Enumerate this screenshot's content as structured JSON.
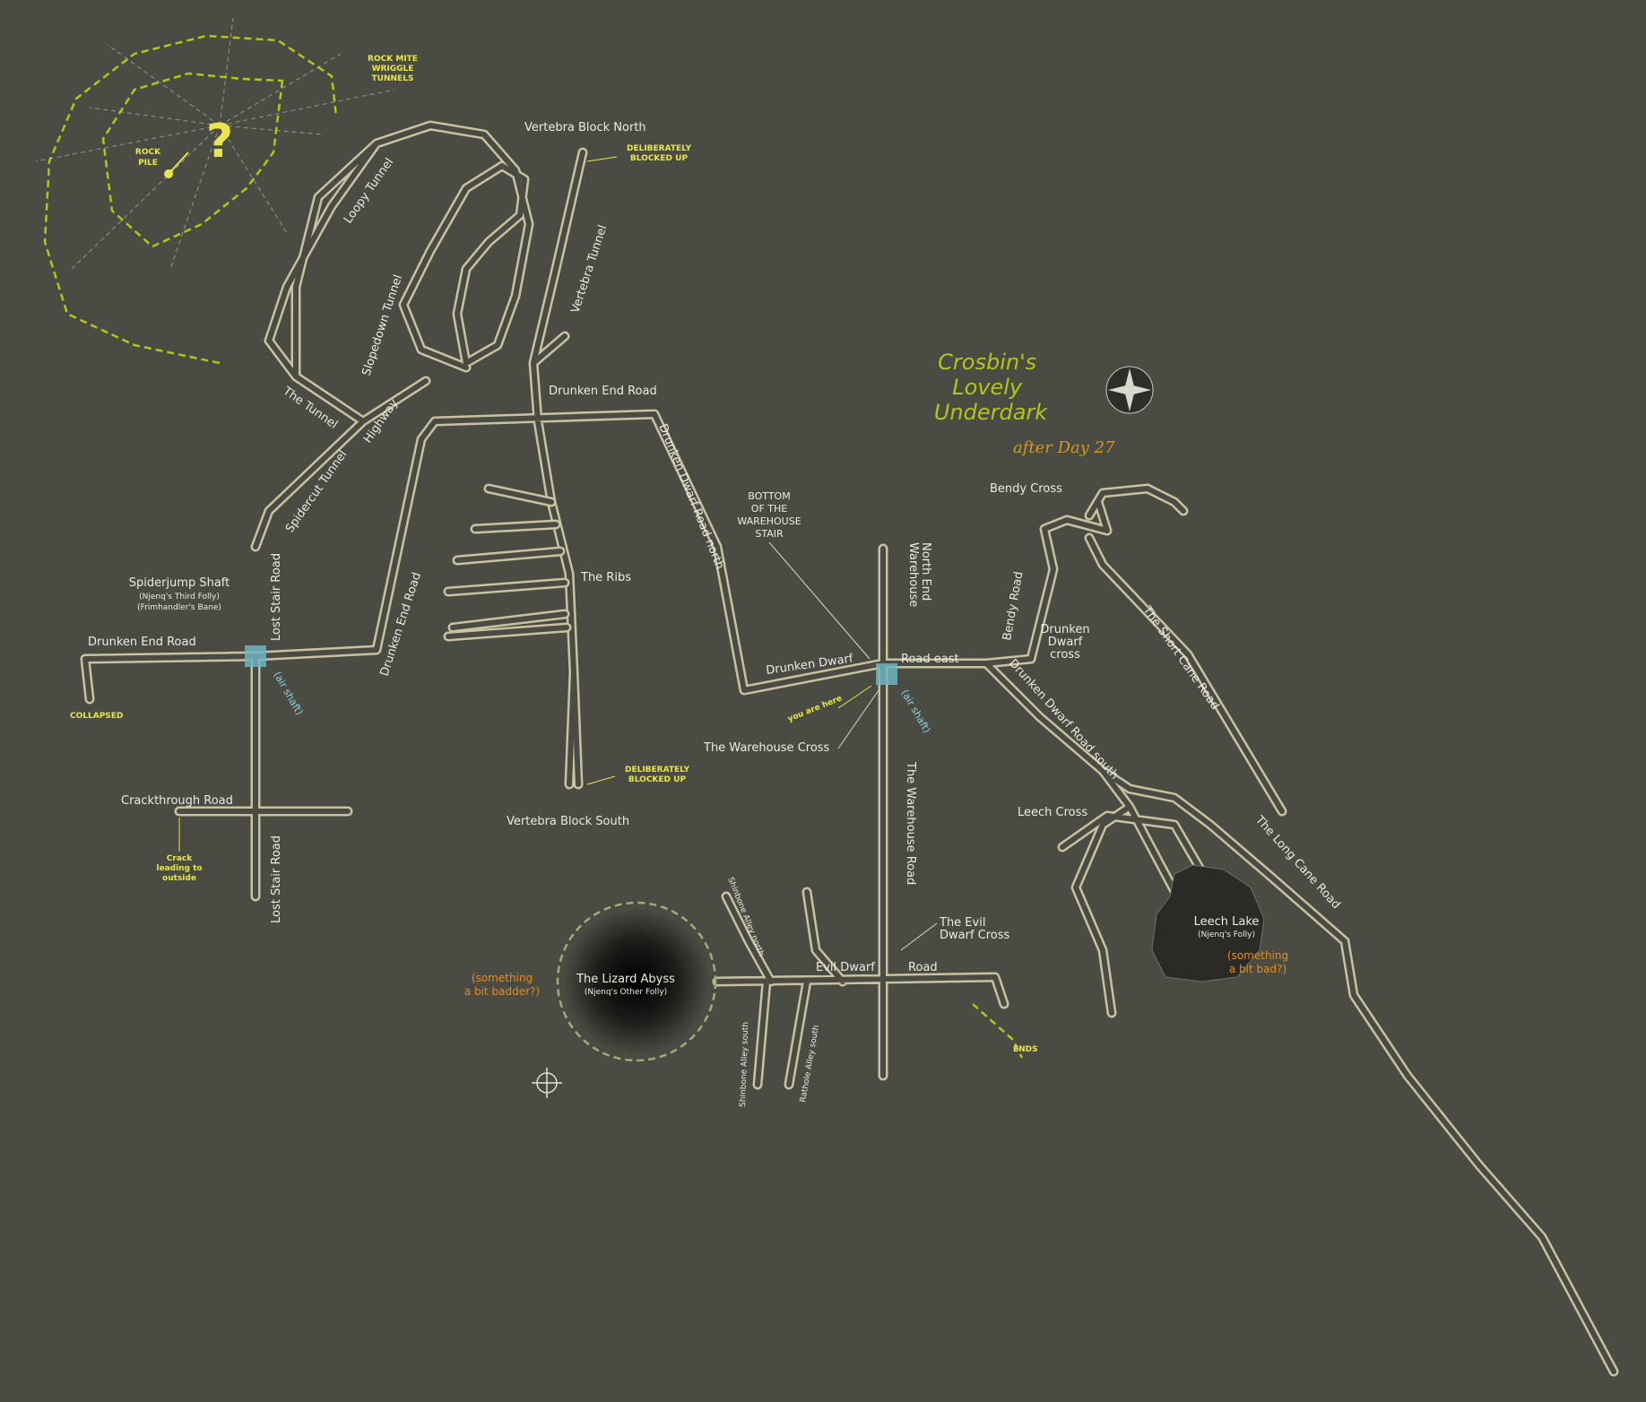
{
  "title_lines": [
    "Crosbin's",
    "Lovely",
    "Underdark"
  ],
  "subtitle": "after Day 27",
  "colors": {
    "background": "#4a4c43",
    "road": "#c8c2a0",
    "title": "#b5c419",
    "note_yellow": "#e8e64a",
    "note_orange": "#e88a1e",
    "air_shaft": "#8fd3e2"
  },
  "places": {
    "vertebra_north": "Vertebra Block North",
    "vertebra_south": "Vertebra Block South",
    "drunken_end_road": "Drunken End Road",
    "drunken_end_road_west": "Drunken End Road",
    "drunken_end_road_sw": "Drunken End Road",
    "loopy_tunnel": "Loopy Tunnel",
    "slopedown_tunnel": "Slopedown Tunnel",
    "vertebra_tunnel": "Vertebra Tunnel",
    "the_tunnel": "The Tunnel",
    "highway": "Highway",
    "spidercut_tunnel": "Spidercut Tunnel",
    "lost_stair_road": "Lost Stair Road",
    "lost_stair_road_south": "Lost Stair Road",
    "spiderjump_shaft": "Spiderjump Shaft",
    "spiderjump_sub1": "(Njenq's Third Folly)",
    "spiderjump_sub2": "(Frimhandler's Bane)",
    "crackthrough_road": "Crackthrough Road",
    "the_ribs": "The Ribs",
    "drunken_dwarf_road_north": "Drunken Dwarf Road north",
    "drunken_dwarf_label": "Drunken Dwarf",
    "road_east": "Road east",
    "warehouse_north_end_1": "Warehouse",
    "warehouse_north_end_2": "North End",
    "bottom_stair": [
      "BOTTOM",
      "OF THE",
      "WAREHOUSE",
      "STAIR"
    ],
    "warehouse_cross": "The Warehouse Cross",
    "warehouse_road": "The Warehouse Road",
    "bendy_cross": "Bendy Cross",
    "bendy_road": "Bendy Road",
    "drunken_dwarf_cross": [
      "Drunken",
      "Dwarf",
      "cross"
    ],
    "drunken_dwarf_road_south": "Drunken Dwarf Road south",
    "short_cane_road": "The Short Cane Road",
    "long_cane_road": "The Long Cane Road",
    "leech_cross": "Leech Cross",
    "leech_lake": "Leech Lake",
    "leech_lake_sub": "(Njenq's Folly)",
    "evil_dwarf_cross": [
      "The Evil",
      "Dwarf Cross"
    ],
    "evil_dwarf": "Evil Dwarf",
    "road": "Road",
    "shinbone_alley_north": "Shinbone Alley north",
    "shinbone_alley_south": "Shinbone Alley south",
    "rathole_alley_south": "Rathole Alley south",
    "lizard_abyss": "The Lizard Abyss",
    "lizard_abyss_sub": "(Njenq's Other Folly)"
  },
  "notes": {
    "rock_mite": [
      "ROCK MITE",
      "WRIGGLE",
      "TUNNELS"
    ],
    "rock_pile": [
      "ROCK",
      "PILE"
    ],
    "question": "?",
    "blocked_north": [
      "DELIBERATELY",
      "BLOCKED UP"
    ],
    "blocked_south": [
      "DELIBERATELY",
      "BLOCKED UP"
    ],
    "collapsed": "COLLAPSED",
    "crack": [
      "Crack",
      "leading to",
      "outside"
    ],
    "you_are_here": "you are here",
    "air_shaft_west": "(air shaft)",
    "air_shaft_east": "(air shaft)",
    "ends": "ENDS",
    "badder": [
      "(something",
      "a bit badder?)"
    ],
    "bad": [
      "(something",
      "a bit bad?)"
    ]
  },
  "icons": {
    "compass": "compass-rose-icon",
    "crosshair": "crosshair-icon"
  }
}
